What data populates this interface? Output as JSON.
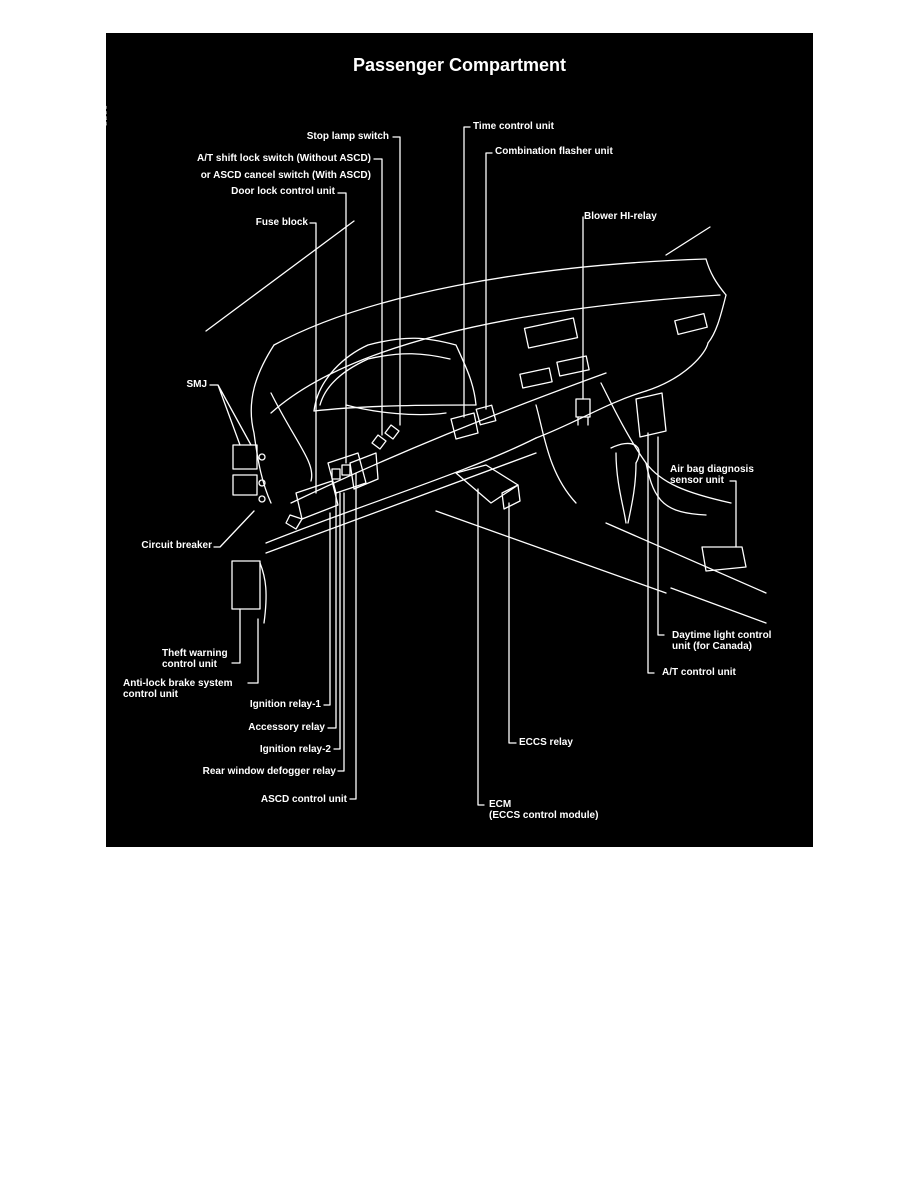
{
  "figure": {
    "title": "Passenger Compartment",
    "side_code": "6877",
    "background": "#000000",
    "line_color": "#ffffff"
  },
  "labels": {
    "stop_lamp_switch": "Stop lamp switch",
    "at_shift_lock_switch_line1": "A/T shift lock switch (Without ASCD)",
    "at_shift_lock_switch_line2": "or ASCD cancel switch (With ASCD)",
    "door_lock_control_unit": "Door lock control unit",
    "fuse_block": "Fuse block",
    "time_control_unit": "Time control unit",
    "combination_flasher_unit": "Combination flasher unit",
    "blower_hi_relay": "Blower HI-relay",
    "smj": "SMJ",
    "circuit_breaker": "Circuit breaker",
    "air_bag_sensor_line1": "Air bag diagnosis",
    "air_bag_sensor_line2": "sensor unit",
    "theft_warning_line1": "Theft warning",
    "theft_warning_line2": "control unit",
    "abs_control_line1": "Anti-lock brake system",
    "abs_control_line2": "control unit",
    "daytime_light_line1": "Daytime light control",
    "daytime_light_line2": "unit (for Canada)",
    "at_control_unit": "A/T control unit",
    "ignition_relay_1": "Ignition relay-1",
    "accessory_relay": "Accessory relay",
    "ignition_relay_2": "Ignition relay-2",
    "rear_window_defogger_relay": "Rear window defogger relay",
    "ascd_control_unit": "ASCD control unit",
    "eccs_relay": "ECCS relay",
    "ecm_line1": "ECM",
    "ecm_line2": "(ECCS control module)"
  }
}
